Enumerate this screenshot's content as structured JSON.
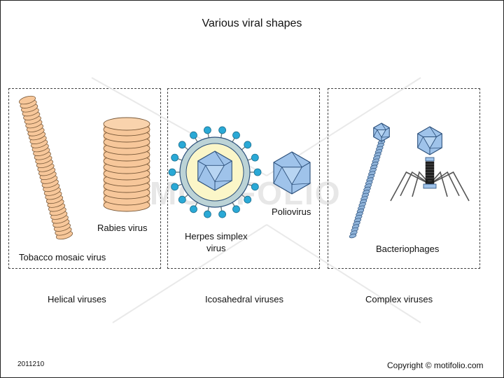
{
  "title": "Various viral shapes",
  "labels": {
    "tobacco": "Tobacco mosaic virus",
    "rabies": "Rabies virus",
    "herpes_line1": "Herpes simplex",
    "herpes_line2": "virus",
    "polio": "Poliovirus",
    "bacteriophages": "Bacteriophages"
  },
  "categories": {
    "helical": "Helical viruses",
    "icosahedral": "Icosahedral viruses",
    "complex": "Complex viruses"
  },
  "footer": {
    "id": "2011210",
    "copyright": "Copyright © motifolio.com"
  },
  "watermark": "MOTIFOLIO",
  "colors": {
    "helix_fill": "#f7c79a",
    "helix_stroke": "#7a5a3a",
    "capsid_fill": "#9fc3ea",
    "capsid_stroke": "#2b4f7a",
    "envelope_ring": "#bcd3d6",
    "tegument": "#fbf6c8",
    "spike": "#2aa9d6",
    "phage_tail": "#222222"
  }
}
